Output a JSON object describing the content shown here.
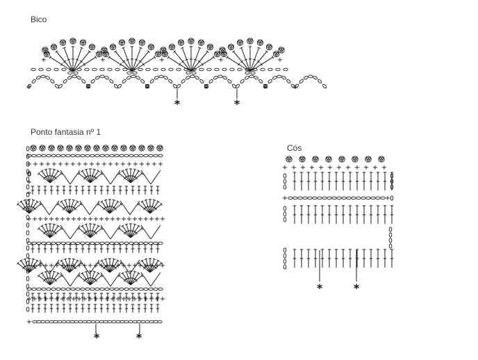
{
  "diagrams": {
    "bico": {
      "title": "Bico",
      "star": "*"
    },
    "ponto": {
      "title": "Ponto fantasia nº 1",
      "star": "*"
    },
    "cos": {
      "title": "Cós",
      "star": "*"
    }
  },
  "symbols": {
    "single_crochet": "+",
    "repeat_marker": "*"
  }
}
